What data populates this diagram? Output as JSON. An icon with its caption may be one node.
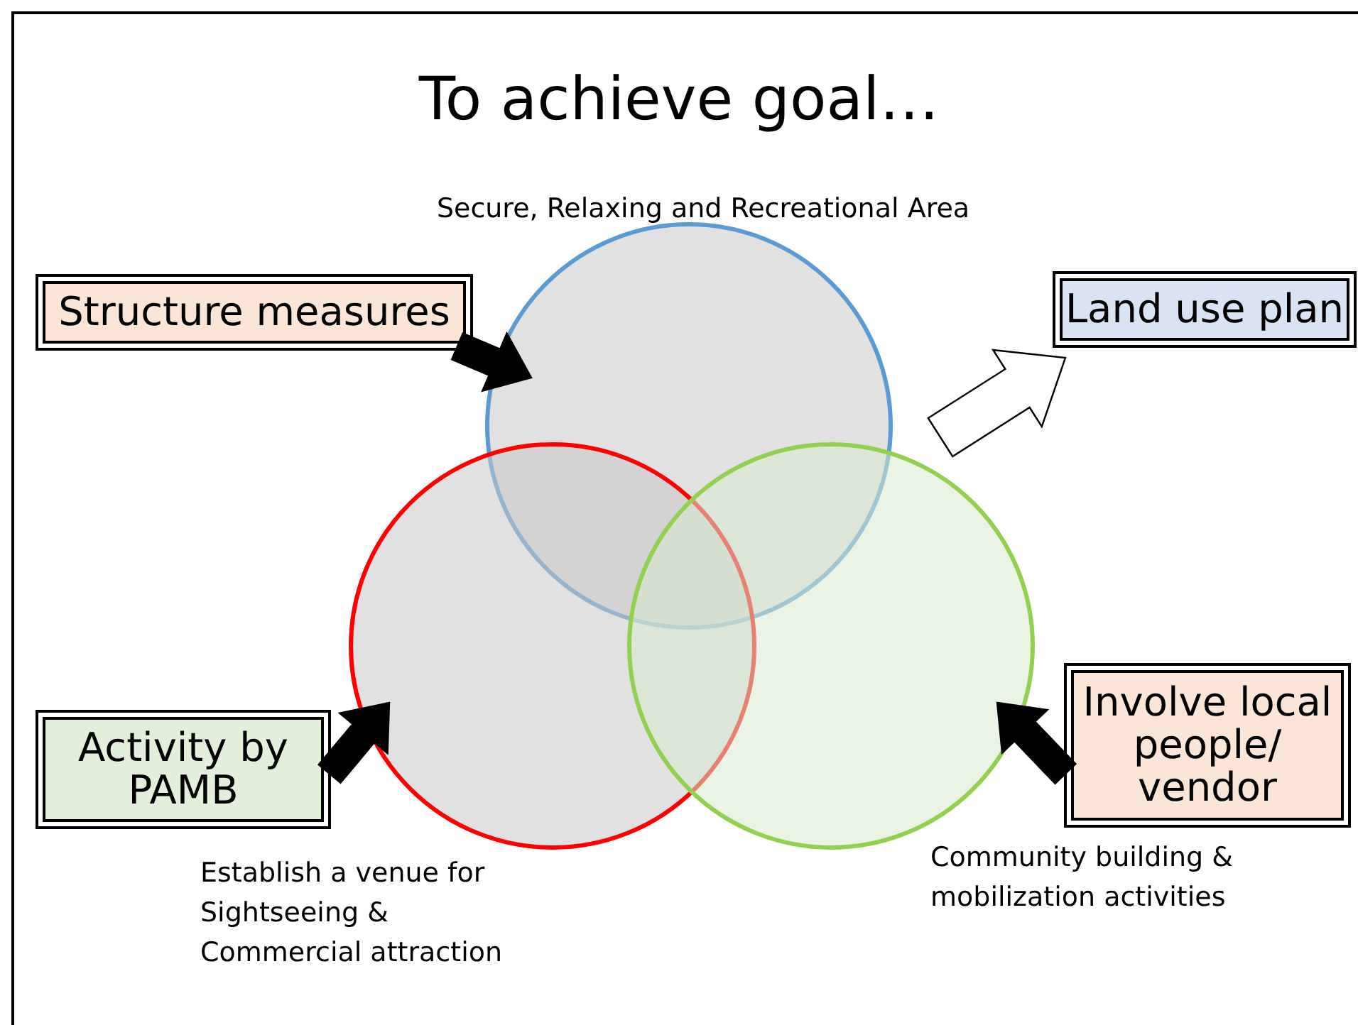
{
  "diagram": {
    "title": "To achieve goal…",
    "nodes": [
      {
        "text": [
          "Structure measures"
        ]
      },
      {
        "text": [
          "Land use plan"
        ]
      },
      {
        "text": [],
        "shape": "circle",
        "beside": [
          "Secure, Relaxing and Recreational Area"
        ]
      },
      {
        "text": [],
        "shape": "circle",
        "beside": [
          "Establish a venue for Sightseeing & Commercial attraction"
        ]
      },
      {
        "text": [],
        "shape": "circle",
        "beside": [
          "Community building & mobilization activities"
        ]
      },
      {
        "text": [
          "Activity by PAMB"
        ]
      },
      {
        "text": [
          "Involve local people/ vendor"
        ]
      }
    ],
    "edges": [
      {
        "from": 0,
        "to": 2,
        "arrow": "to"
      },
      {
        "from": 2,
        "to": 1,
        "arrow": "to",
        "color": "#ffffff"
      },
      {
        "from": 5,
        "to": 3,
        "arrow": "to"
      },
      {
        "from": 6,
        "to": 4,
        "arrow": "to"
      }
    ]
  }
}
